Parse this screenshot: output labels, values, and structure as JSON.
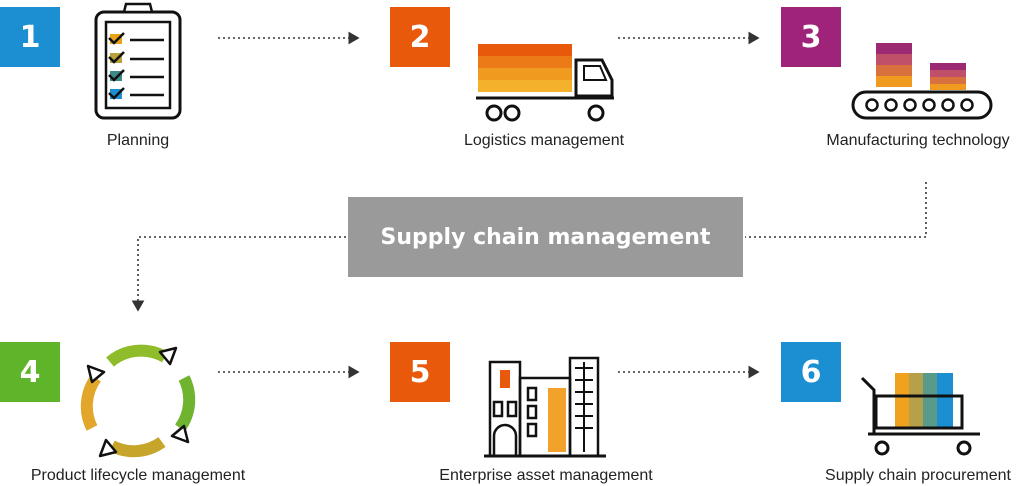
{
  "center_title": "Supply chain management",
  "steps": [
    {
      "number": "1",
      "label": "Planning",
      "color": "#1b8fd1"
    },
    {
      "number": "2",
      "label": "Logistics management",
      "color": "#e8590c"
    },
    {
      "number": "3",
      "label": "Manufacturing technology",
      "color": "#a0237a"
    },
    {
      "number": "4",
      "label": "Product lifecycle management",
      "color": "#5fb52a"
    },
    {
      "number": "5",
      "label": "Enterprise asset management",
      "color": "#e8590c"
    },
    {
      "number": "6",
      "label": "Supply chain procurement",
      "color": "#1b8fd1"
    }
  ]
}
